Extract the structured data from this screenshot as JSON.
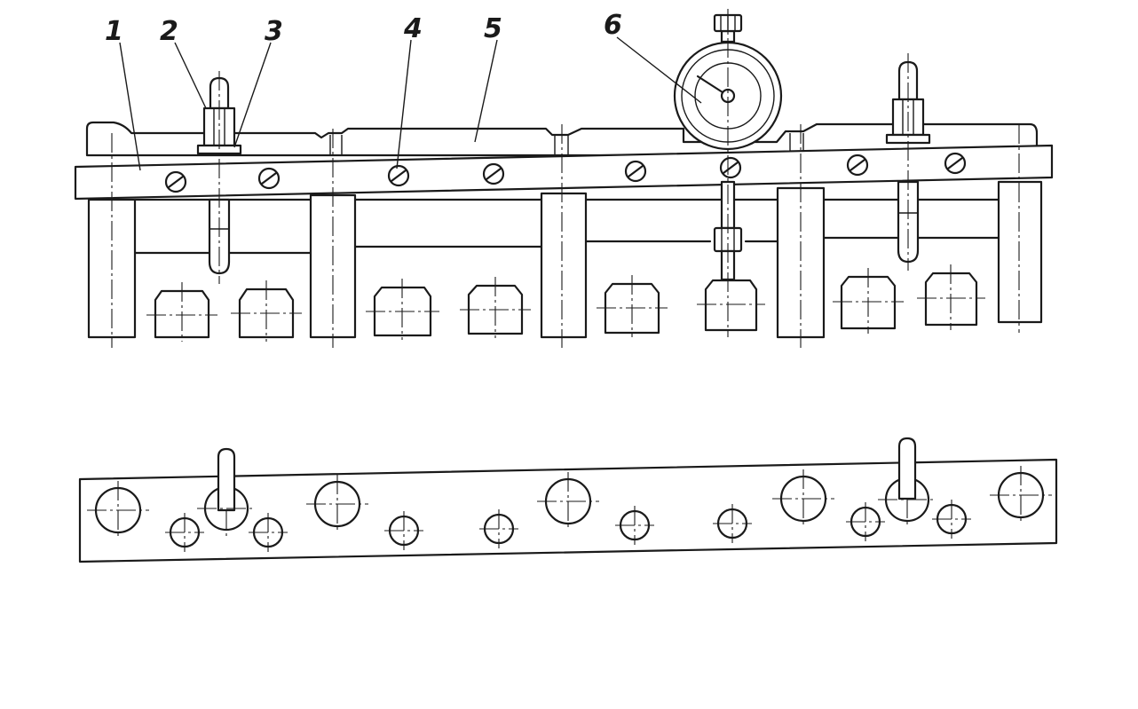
{
  "labels": [
    "1",
    "2",
    "3",
    "4",
    "5",
    "6"
  ],
  "colors": {
    "ink": "#1a1a1a",
    "paper": "#ffffff"
  }
}
